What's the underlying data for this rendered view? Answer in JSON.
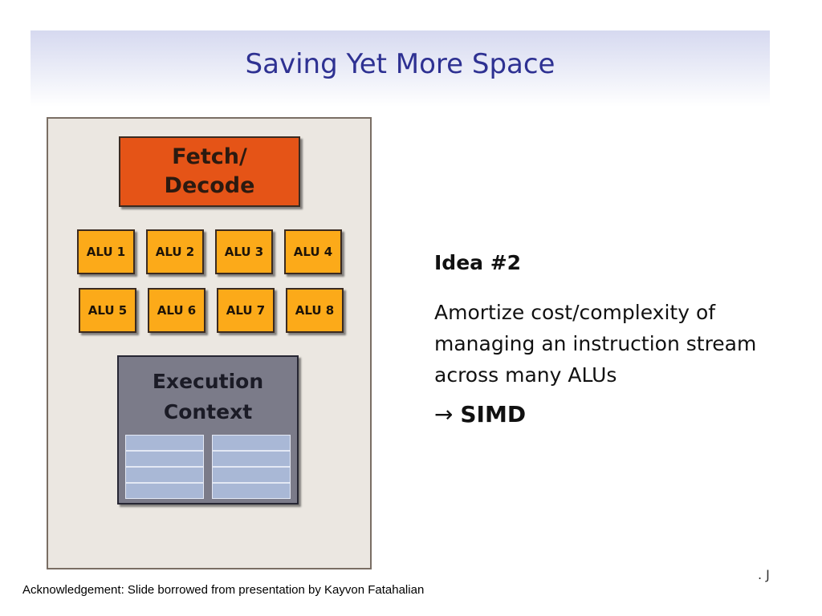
{
  "title": "Saving Yet More Space",
  "diagram": {
    "fetch_decode": [
      "Fetch/",
      "Decode"
    ],
    "alus": [
      "ALU 1",
      "ALU 2",
      "ALU 3",
      "ALU 4",
      "ALU 5",
      "ALU 6",
      "ALU 7",
      "ALU 8"
    ],
    "execution_context": [
      "Execution",
      "Context"
    ]
  },
  "content": {
    "heading": "Idea #2",
    "text_lines": [
      "Amortize cost/complexity of",
      "managing an instruction stream",
      "across many ALUs"
    ],
    "arrow": "→",
    "conclusion": "SIMD"
  },
  "page_number": ". J",
  "acknowledgement": "Acknowledgement: Slide borrowed from presentation by Kayvon Fatahalian",
  "colors": {
    "title": "#2e3192",
    "fetch_decode": "#e55417",
    "alu": "#fcaa19",
    "execution_context": "#7b7b89",
    "register": "#a9b8d6"
  }
}
